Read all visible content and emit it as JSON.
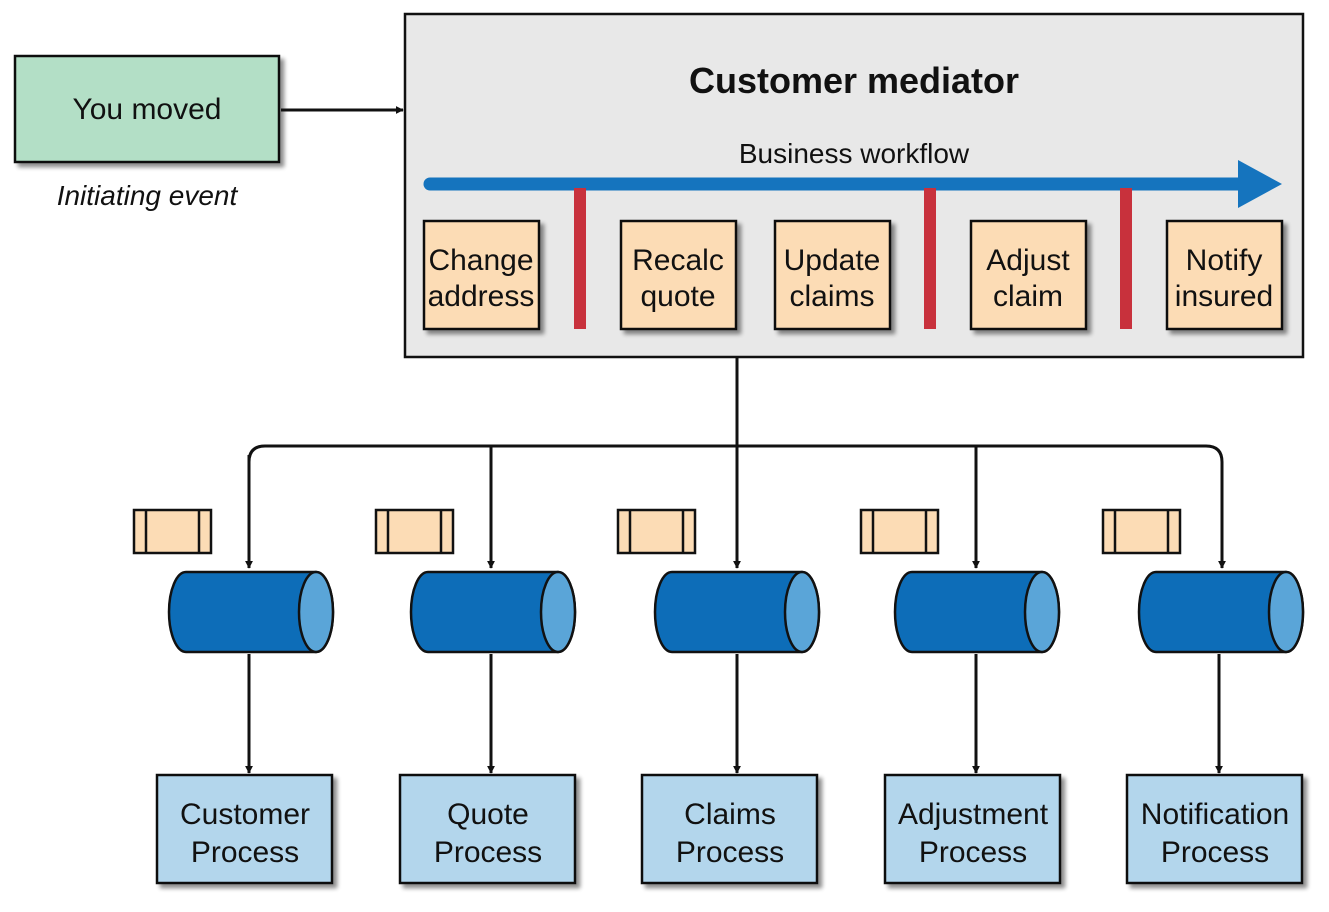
{
  "initiating_event": {
    "label": "You moved",
    "caption": "Initiating event"
  },
  "mediator": {
    "title": "Customer mediator",
    "workflow_label": "Business workflow",
    "steps": [
      {
        "lines": [
          "Change",
          "address"
        ]
      },
      {
        "lines": [
          "Recalc",
          "quote"
        ]
      },
      {
        "lines": [
          "Update",
          "claims"
        ]
      },
      {
        "lines": [
          "Adjust",
          "claim"
        ]
      },
      {
        "lines": [
          "Notify",
          "insured"
        ]
      }
    ]
  },
  "processors": [
    {
      "lines": [
        "Customer",
        "Process"
      ]
    },
    {
      "lines": [
        "Quote",
        "Process"
      ]
    },
    {
      "lines": [
        "Claims",
        "Process"
      ]
    },
    {
      "lines": [
        "Adjustment",
        "Process"
      ]
    },
    {
      "lines": [
        "Notification",
        "Process"
      ]
    }
  ],
  "colors": {
    "event_fill": "#b3dfc6",
    "mediator_fill": "#e8e8e8",
    "step_fill": "#fcdcb5",
    "workflow_arrow": "#1574be",
    "divider": "#c8313c",
    "channel_fill": "#0d6db8",
    "channel_cap": "#5aa5d8",
    "process_fill": "#b3d6ec",
    "message_fill": "#fcdcb5"
  }
}
